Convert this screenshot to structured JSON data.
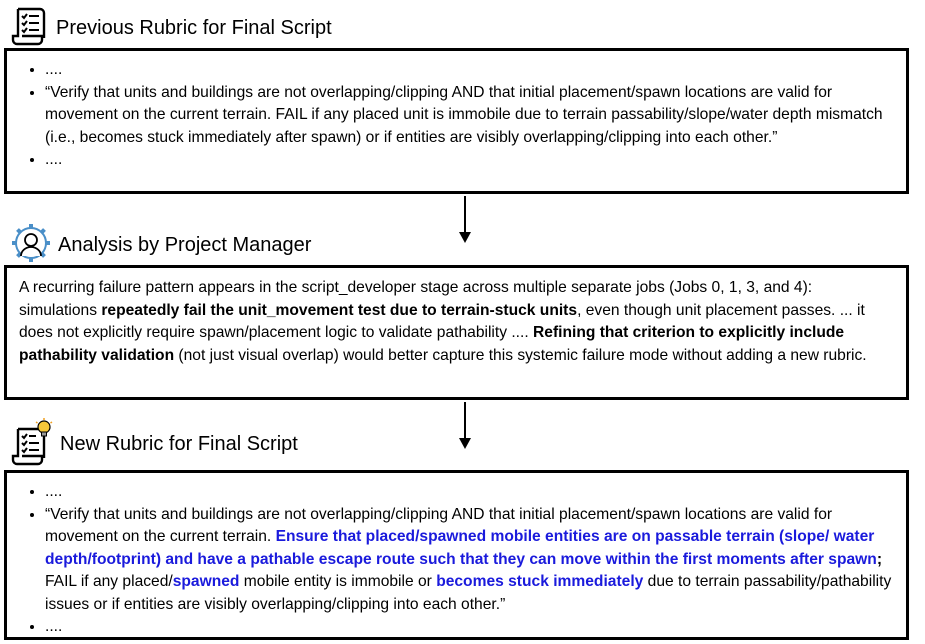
{
  "sections": {
    "previous": {
      "title": "Previous Rubric for Final Script",
      "icon": "scroll-checklist-icon",
      "items": [
        "....",
        "“Verify that units and buildings are not overlapping/clipping AND that initial placement/spawn locations are valid for movement on the current terrain. FAIL if any placed unit is immobile due to terrain passability/slope/water depth mismatch (i.e., becomes stuck immediately after spawn) or if entities are visibly overlapping/clipping into each other.”",
        "...."
      ]
    },
    "analysis": {
      "title": "Analysis by Project Manager",
      "icon": "gear-person-icon",
      "segments": [
        {
          "text": "A recurring failure pattern appears in the script_developer stage across multiple separate jobs (Jobs 0, 1, 3, and 4): simulations ",
          "style": "normal"
        },
        {
          "text": "repeatedly fail the unit_movement test due to terrain-stuck units",
          "style": "bold"
        },
        {
          "text": ", even though unit placement passes. ... it does not explicitly require spawn/placement logic to validate pathability .... ",
          "style": "normal"
        },
        {
          "text": "Refining that criterion to explicitly include pathability validation",
          "style": "bold"
        },
        {
          "text": " (not just visual overlap) would better capture this systemic failure mode without adding a new rubric.",
          "style": "normal"
        }
      ]
    },
    "new": {
      "title": "New Rubric for Final Script",
      "icon": "scroll-checklist-lightbulb-icon",
      "item_first": "....",
      "item_last": "....",
      "segments": [
        {
          "text": "“Verify that units and buildings are not overlapping/clipping AND that initial placement/spawn locations are valid for movement on the current terrain. ",
          "style": "normal"
        },
        {
          "text": "Ensure that placed/spawned mobile entities are on passable terrain (slope/ water depth/footprint) and have a pathable escape route such that they can move within the first moments after spawn",
          "style": "blue"
        },
        {
          "text": "; ",
          "style": "bold"
        },
        {
          "text": "FAIL if any placed/",
          "style": "normal"
        },
        {
          "text": "spawned",
          "style": "blue"
        },
        {
          "text": " mobile entity is immobile or ",
          "style": "normal"
        },
        {
          "text": "becomes stuck immediately",
          "style": "blue"
        },
        {
          "text": " due to terrain passability/pathability issues or if entities are visibly overlapping/clipping into each other.”",
          "style": "normal"
        }
      ]
    }
  },
  "colors": {
    "highlight": "#1a1adc",
    "border": "#000000"
  }
}
